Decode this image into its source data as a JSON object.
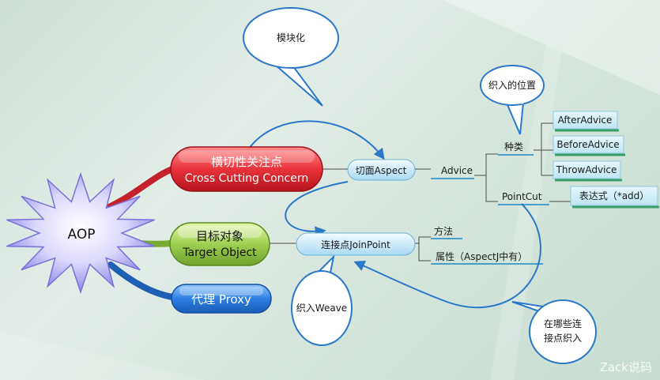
{
  "root": {
    "label": "AOP"
  },
  "branches": {
    "concern": {
      "line1": "横切性关注点",
      "line2": "Cross Cutting Concern"
    },
    "target": {
      "line1": "目标对象",
      "line2": "Target Object"
    },
    "proxy": {
      "label": "代理 Proxy"
    }
  },
  "nodes": {
    "aspect": "切面Aspect",
    "advice": "Advice",
    "kinds": "种类",
    "after": "AfterAdvice",
    "before": "BeforeAdvice",
    "throw": "ThrowAdvice",
    "pointcut": "PointCut",
    "expression": "表达式（*add）",
    "joinpoint": "连接点JoinPoint",
    "method": "方法",
    "property": "属性（AspectJ中有）"
  },
  "bubbles": {
    "modular": "模块化",
    "position": "织入的位置",
    "weave": "织入Weave",
    "where_line1": "在哪些连",
    "where_line2": "接点织入"
  },
  "watermark": "Zack说码",
  "colors": {
    "concern_fill": "#e8333b",
    "target_fill": "#8dbf3f",
    "proxy_fill": "#2f7fe0",
    "root_fill": "#c9c6f2",
    "bubble_stroke": "#2a78c8",
    "leaf_fill": "#cfeef7",
    "underline": "#4a9fc9"
  }
}
